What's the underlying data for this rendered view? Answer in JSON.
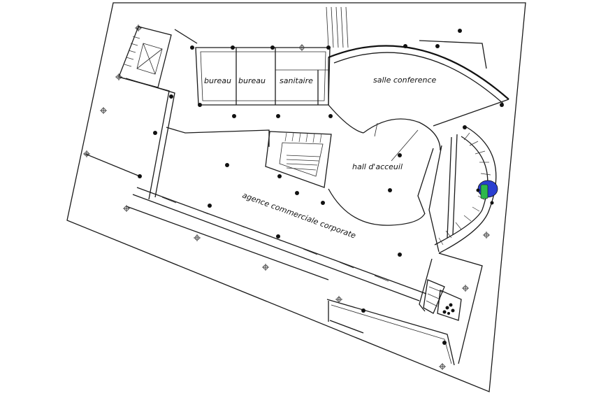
{
  "labels": {
    "bureau_1": "bureau",
    "bureau_2": "bureau",
    "sanitaire": "sanitaire",
    "salle_conference": "salle conference",
    "hall_accueil": "hall d'acceuil",
    "agence": "agence commerciale corporate"
  },
  "colors": {
    "background": "#ffffff",
    "lines": "#1a1a1a",
    "marker_green": "#2db84b",
    "marker_blue": "#2a3fd0"
  }
}
